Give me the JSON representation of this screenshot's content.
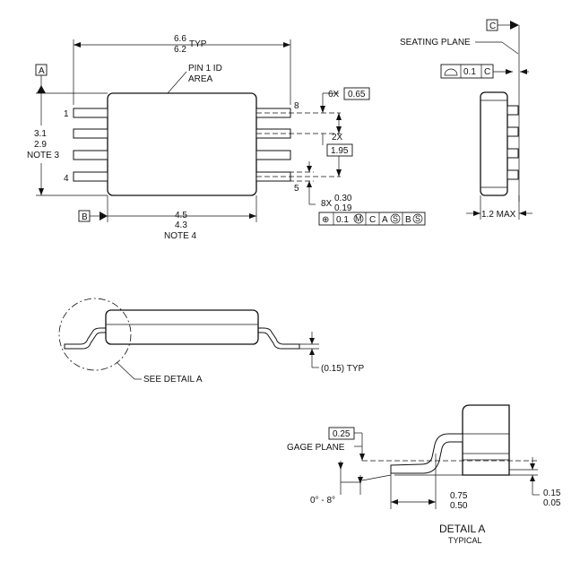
{
  "top_view": {
    "width_typ_max": "6.6",
    "width_typ_min": "6.2",
    "width_typ_suffix": "TYP",
    "pin1_label_line1": "PIN 1 ID",
    "pin1_label_line2": "AREA",
    "datum_a": "A",
    "datum_b": "B",
    "length_max": "3.1",
    "length_min": "2.9",
    "length_note": "NOTE 3",
    "pin_1": "1",
    "pin_4": "4",
    "pin_8": "8",
    "pin_5": "5",
    "pitch_count": "6X",
    "pitch_value": "0.65",
    "span_count": "2X",
    "span_value": "1.95",
    "lead_width_count": "8X",
    "lead_width_max": "0.30",
    "lead_width_min": "0.19",
    "body_width_max": "4.5",
    "body_width_min": "4.3",
    "body_width_note": "NOTE 4",
    "fcf": {
      "symbol": "⊕",
      "tolerance": "0.1",
      "modifier": "M",
      "datum1": "C",
      "datum2": "A",
      "datum2_mod": "S",
      "datum3": "B",
      "datum3_mod": "S"
    }
  },
  "side_view": {
    "datum_c": "C",
    "seating_plane": "SEATING PLANE",
    "flatness_symbol": "⌓",
    "flatness_value": "0.1",
    "flatness_datum": "C",
    "height_max": "1.2 MAX"
  },
  "front_view": {
    "standoff": "(0.15) TYP",
    "see_detail": "SEE DETAIL A"
  },
  "detail_a": {
    "gage_value": "0.25",
    "gage_plane": "GAGE PLANE",
    "angle": "0° - 8°",
    "foot_max": "0.75",
    "foot_min": "0.50",
    "standoff_max": "0.15",
    "standoff_min": "0.05",
    "title": "DETAIL A",
    "subtitle": "TYPICAL"
  }
}
